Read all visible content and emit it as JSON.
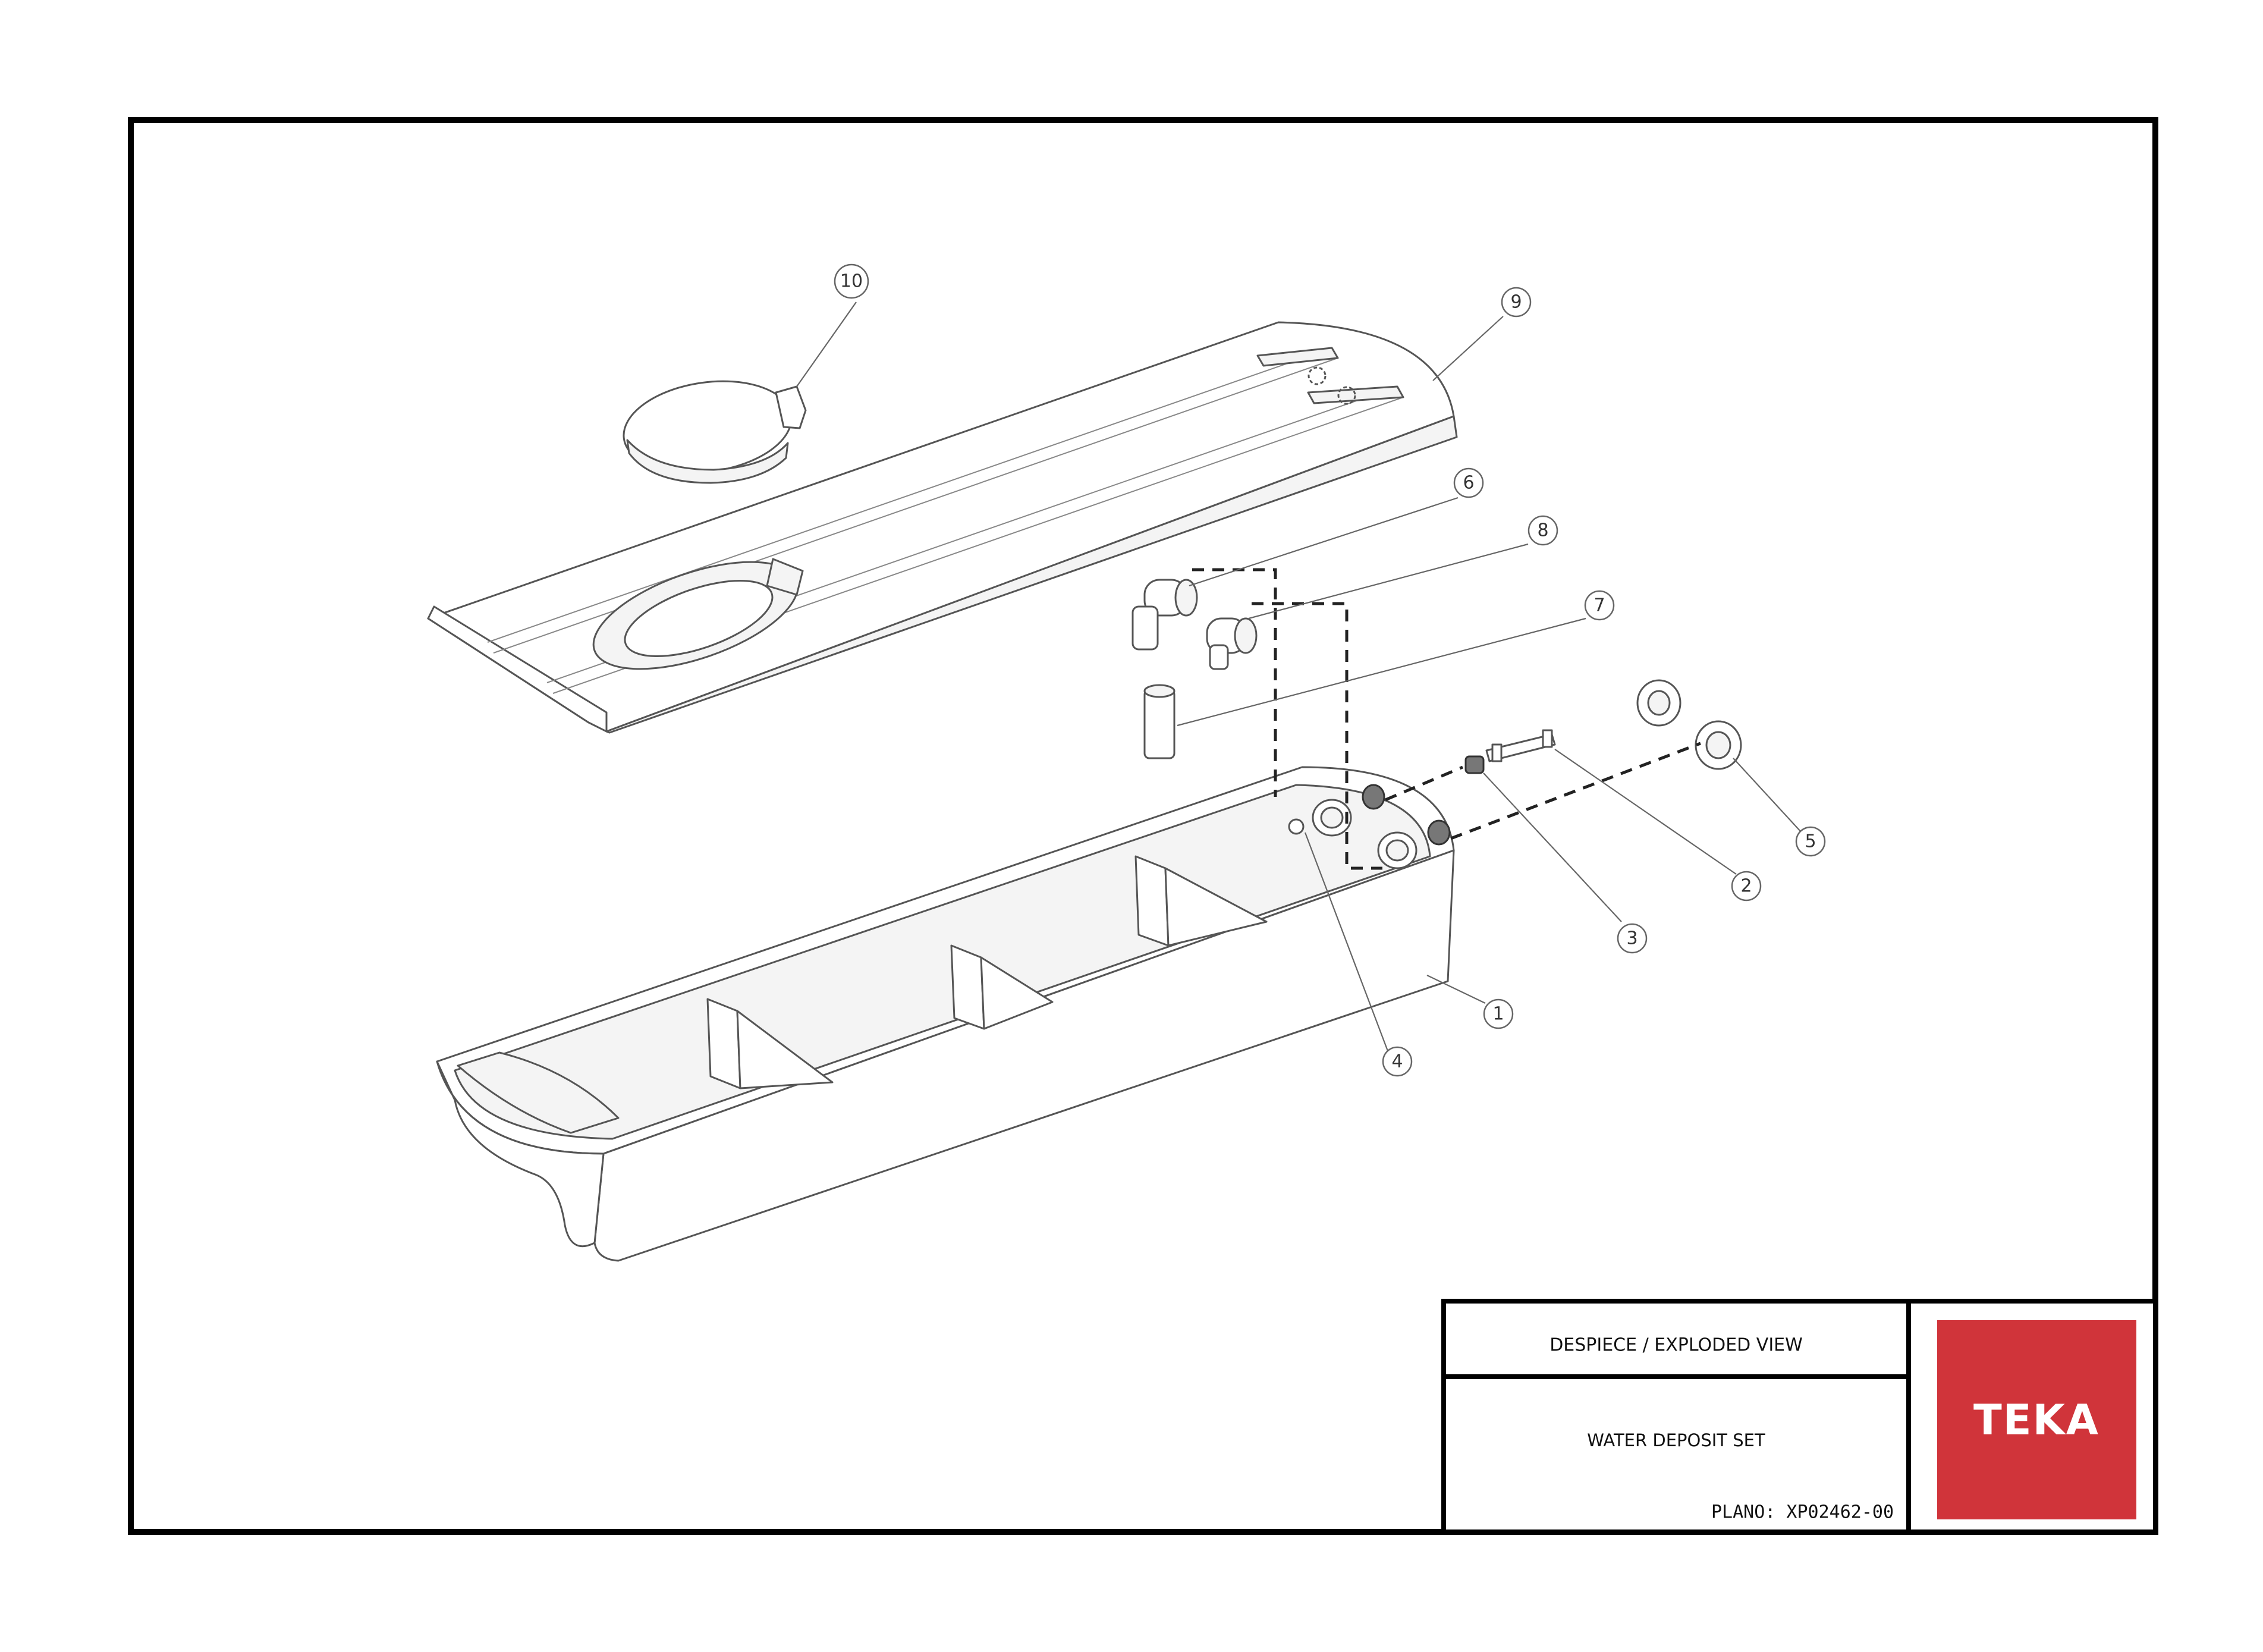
{
  "title_block": {
    "view_title": "DESPIECE / EXPLODED VIEW",
    "set_name": "WATER DEPOSIT SET",
    "plan_number": "PLANO: XP02462-00"
  },
  "logo": {
    "brand": "TEKA",
    "brand_color": "#D0343A"
  },
  "callouts": [
    "1",
    "2",
    "3",
    "4",
    "5",
    "6",
    "7",
    "8",
    "9",
    "10"
  ]
}
